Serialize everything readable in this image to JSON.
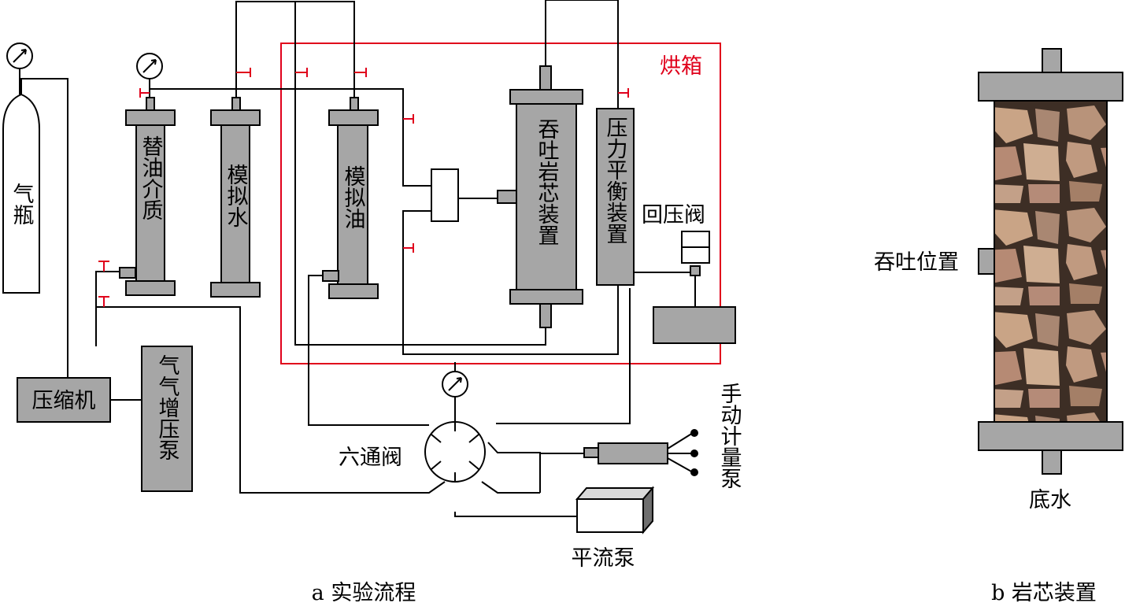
{
  "diagram_a": {
    "caption": "a 实验流程",
    "gas_cylinder": "气瓶",
    "compressor": "压缩机",
    "gas_booster_pump": "气气增压泵",
    "oil_replacement_medium": "替油介质",
    "simulated_water": "模拟水",
    "simulated_oil": "模拟油",
    "huff_puff_core_device": "吞吐岩芯装置",
    "pressure_balance_device": "压力平衡装置",
    "back_pressure_valve": "回压阀",
    "oven": "烘箱",
    "six_way_valve": "六通阀",
    "manual_metering_pump": "手动计量泵",
    "constant_flow_pump": "平流泵"
  },
  "diagram_b": {
    "caption": "b 岩芯装置",
    "huff_puff_position": "吞吐位置",
    "bottom_water": "底水"
  },
  "colors": {
    "oven_outline": "#e0001b",
    "device_fill": "#a6a6a6",
    "rock_fill": "#a8826a"
  }
}
